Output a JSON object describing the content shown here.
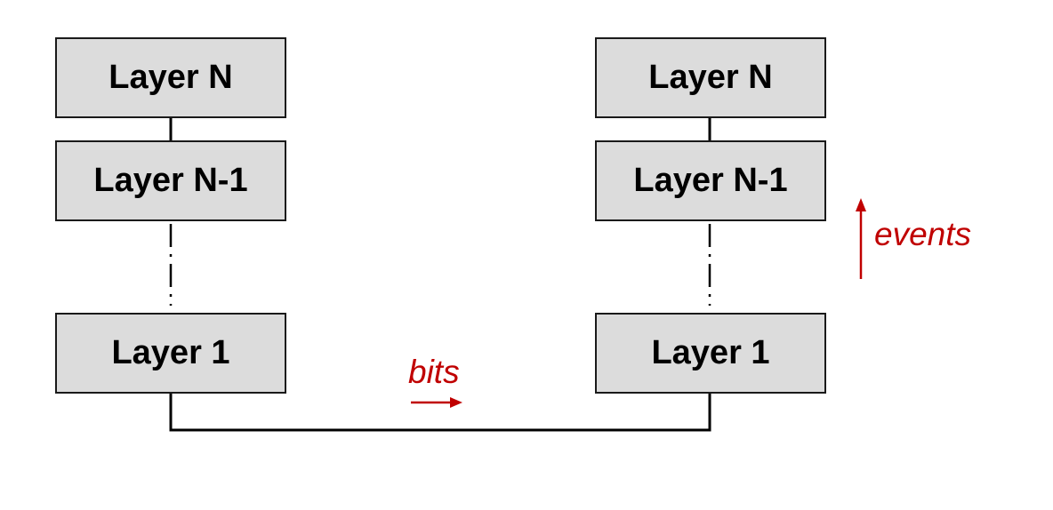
{
  "colors": {
    "box_fill": "#dcdcdc",
    "box_border": "#1a1a1a",
    "line": "#000000",
    "accent": "#c00000"
  },
  "left_stack": {
    "top": "Layer N",
    "middle": "Layer N-1",
    "bottom": "Layer 1"
  },
  "right_stack": {
    "top": "Layer N",
    "middle": "Layer N-1",
    "bottom": "Layer 1"
  },
  "labels": {
    "bits": "bits",
    "events": "events"
  }
}
